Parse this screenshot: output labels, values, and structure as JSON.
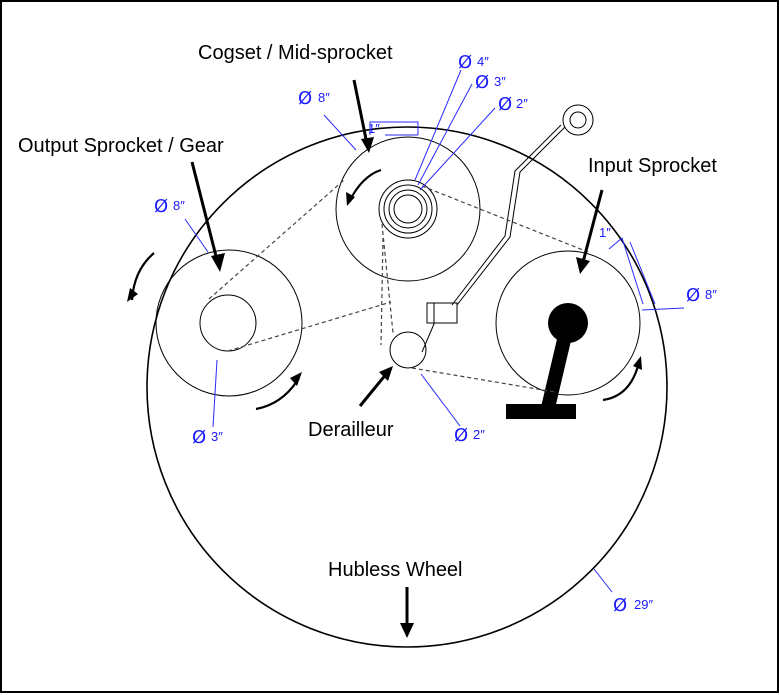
{
  "labels": {
    "cogset": "Cogset / Mid-sprocket",
    "output": "Output Sprocket / Gear",
    "input": "Input Sprocket",
    "derailleur": "Derailleur",
    "hubless": "Hubless Wheel"
  },
  "dims": {
    "diam_symbol": "Ø",
    "cog_outer": "8″",
    "cog_4": "4″",
    "cog_3": "3″",
    "cog_2": "2″",
    "cog_offset": "1″",
    "output_outer": "8″",
    "output_inner": "3″",
    "input_outer": "8″",
    "input_offset": "1″",
    "derailleur": "2″",
    "wheel": "29″"
  },
  "colors": {
    "dimension": "#1a1aff",
    "line": "#000000"
  }
}
